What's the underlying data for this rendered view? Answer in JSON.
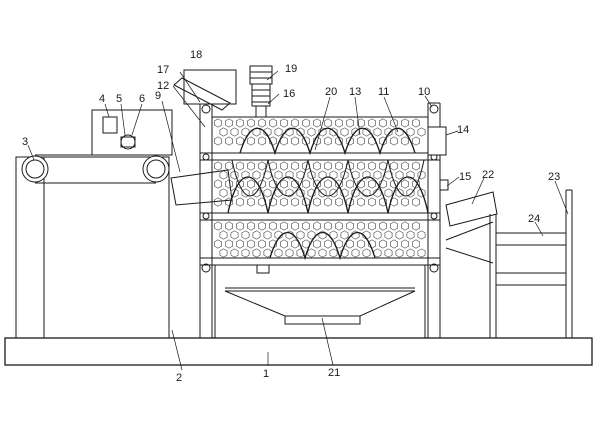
{
  "diagram": {
    "labels": [
      {
        "id": "1",
        "text": "1"
      },
      {
        "id": "2",
        "text": "2"
      },
      {
        "id": "3",
        "text": "3"
      },
      {
        "id": "4",
        "text": "4"
      },
      {
        "id": "5",
        "text": "5"
      },
      {
        "id": "6",
        "text": "6"
      },
      {
        "id": "9",
        "text": "9"
      },
      {
        "id": "10",
        "text": "10"
      },
      {
        "id": "11",
        "text": "11"
      },
      {
        "id": "12",
        "text": "12"
      },
      {
        "id": "13",
        "text": "13"
      },
      {
        "id": "14",
        "text": "14"
      },
      {
        "id": "15",
        "text": "15"
      },
      {
        "id": "16",
        "text": "16"
      },
      {
        "id": "17",
        "text": "17"
      },
      {
        "id": "18",
        "text": "18"
      },
      {
        "id": "19",
        "text": "19"
      },
      {
        "id": "20",
        "text": "20"
      },
      {
        "id": "21",
        "text": "21"
      },
      {
        "id": "22",
        "text": "22"
      },
      {
        "id": "23",
        "text": "23"
      },
      {
        "id": "24",
        "text": "24"
      }
    ]
  }
}
